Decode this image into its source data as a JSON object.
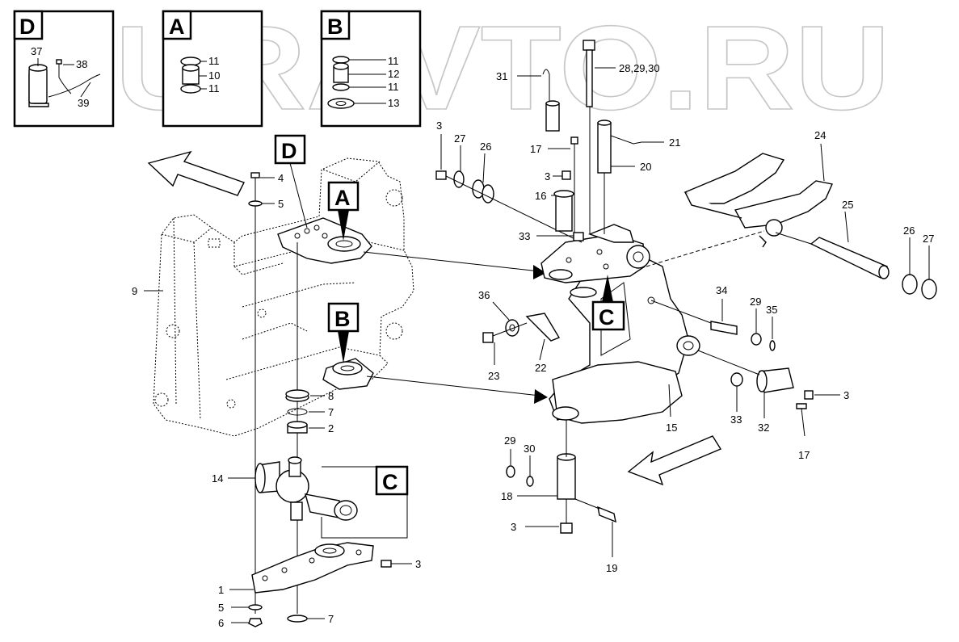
{
  "watermark": "ZURAVTO.RU",
  "detail_tags": {
    "d": "D",
    "a": "A",
    "b": "B",
    "c": "C"
  },
  "labels": {
    "l37": "37",
    "l38": "38",
    "l39": "39",
    "a11_top": "11",
    "a10": "10",
    "a11_bot": "11",
    "b11_top": "11",
    "b12": "12",
    "b11_bot": "11",
    "b13": "13",
    "l31": "31",
    "l28_29_30": "28,29,30",
    "l3_top": "3",
    "l27_top": "27",
    "l26_top": "26",
    "l17_top": "17",
    "l21": "21",
    "l20": "20",
    "l24": "24",
    "l3_mid": "3",
    "l16": "16",
    "l33_mid": "33",
    "l4": "4",
    "l5_top": "5",
    "l9": "9",
    "l25": "25",
    "l26_right": "26",
    "l27_right": "27",
    "l36": "36",
    "l22": "22",
    "l23": "23",
    "l34": "34",
    "l29_right": "29",
    "l35": "35",
    "l3_right": "3",
    "l33_right": "33",
    "l32": "32",
    "l17_right": "17",
    "l15": "15",
    "l8": "8",
    "l7_mid": "7",
    "l2": "2",
    "l14": "14",
    "l29_low": "29",
    "l30_low": "30",
    "l18": "18",
    "l3_low": "3",
    "l19": "19",
    "l3_bot": "3",
    "l1": "1",
    "l5_bot": "5",
    "l6": "6",
    "l7_bot": "7"
  }
}
